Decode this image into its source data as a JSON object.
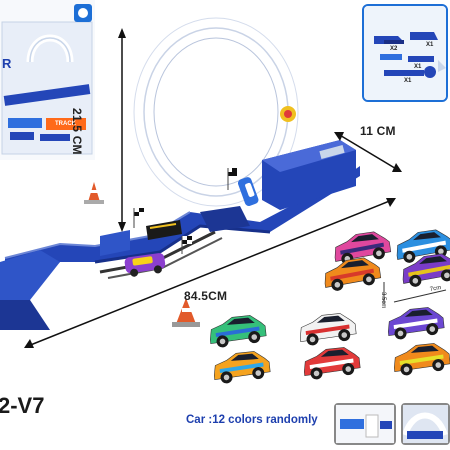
{
  "dimensions": {
    "height": "21.5 CM",
    "width": "11 CM",
    "length": "84.5CM",
    "car_length": "7cm",
    "car_height": "3.5cm"
  },
  "model_code": "2-V7",
  "car_note": "Car :12 colors randomly",
  "inset_top": {
    "labels": [
      "X2",
      "X1",
      "X1",
      "X1"
    ]
  },
  "box": {
    "track_label": "TRACK",
    "brand_text": "R"
  },
  "cars": [
    {
      "body": "#e0489e",
      "accent": "#3b2a7c"
    },
    {
      "body": "#2b8fe0",
      "accent": "#ffffff"
    },
    {
      "body": "#f08a1c",
      "accent": "#d83a2a"
    },
    {
      "body": "#7a3cc8",
      "accent": "#e6c21c"
    },
    {
      "body": "#35c07a",
      "accent": "#2a6ed6"
    },
    {
      "body": "#f2f2f2",
      "accent": "#d83030"
    },
    {
      "body": "#6b47d2",
      "accent": "#ffffff"
    },
    {
      "body": "#f5a31f",
      "accent": "#2fa7e8"
    },
    {
      "body": "#e23a3a",
      "accent": "#ffffff"
    },
    {
      "body": "#f08a1c",
      "accent": "#e6e12a"
    }
  ],
  "race_car": {
    "body": "#8c3fcf",
    "accent": "#f7d21a"
  },
  "loop_car": {
    "body": "#2f6fde",
    "accent": "#ffffff"
  },
  "colors": {
    "track_blue": "#2446b8",
    "track_dark": "#17308a",
    "loop_white": "#f4f6fb",
    "cone_orange": "#e25a2a"
  }
}
